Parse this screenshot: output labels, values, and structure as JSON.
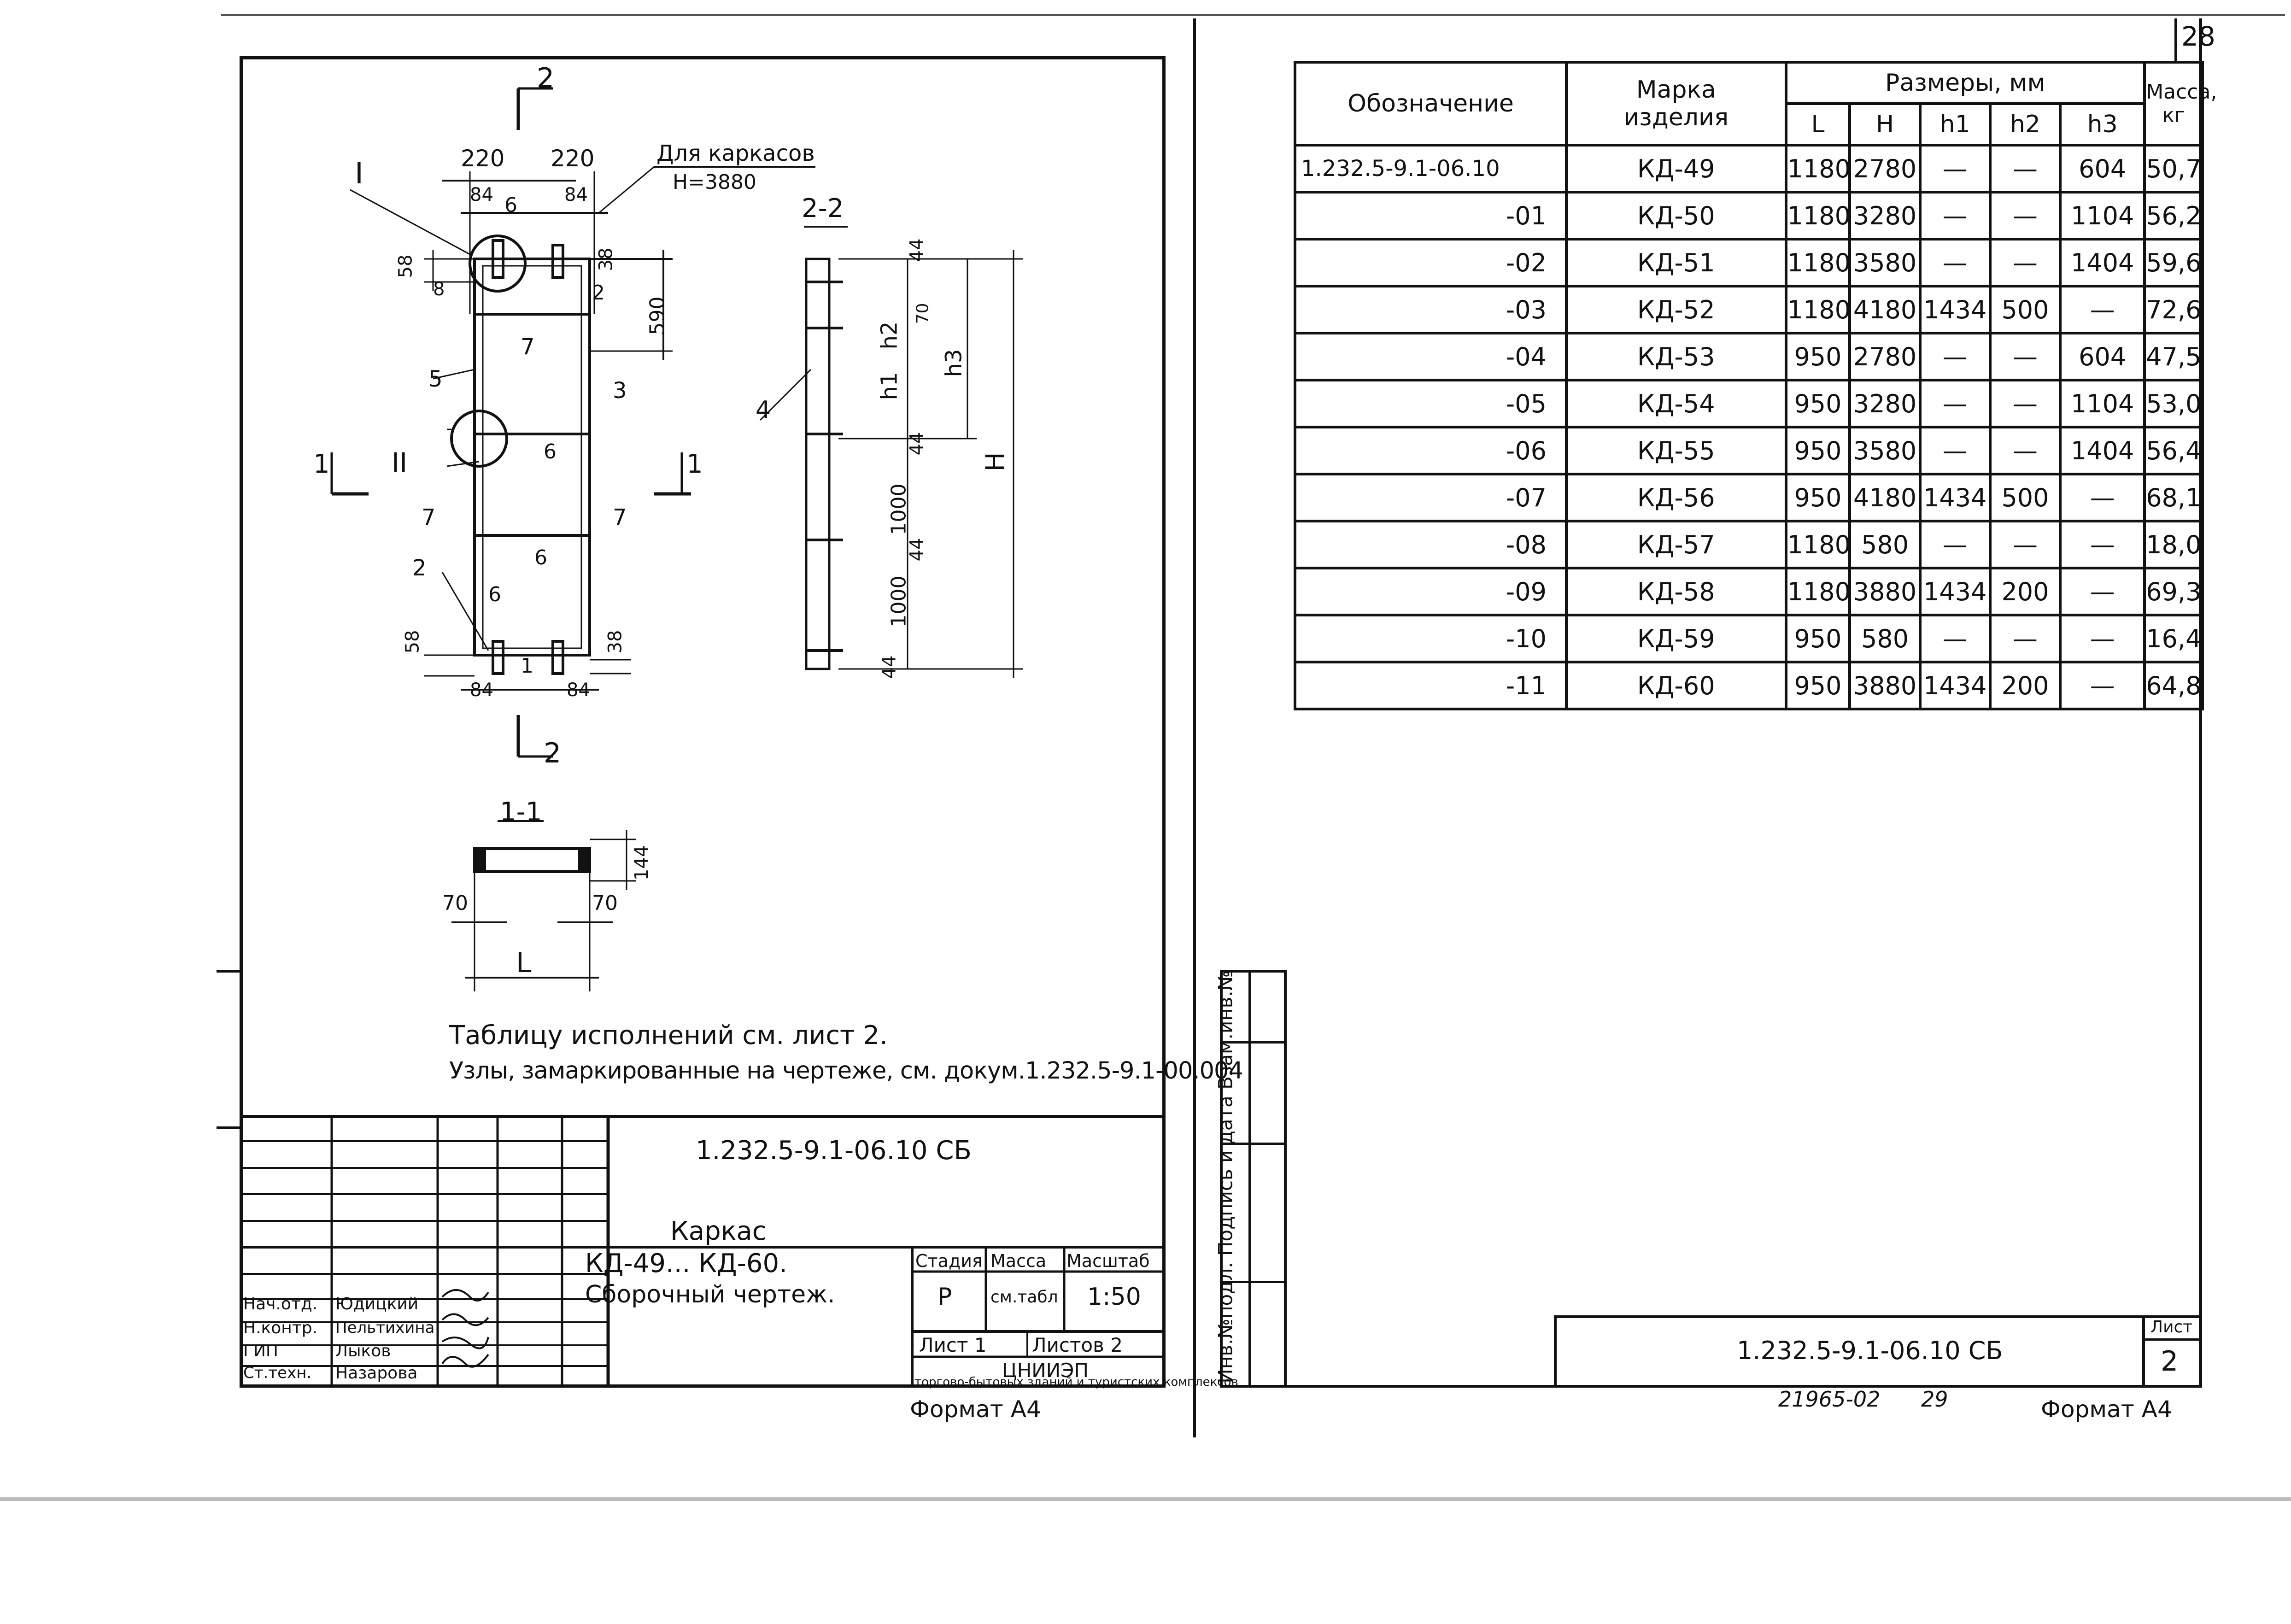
{
  "sheet_number": "28",
  "left_sheet": {
    "drawing": {
      "section_2_top": "2",
      "section_2_bottom": "2",
      "dim_220_left": "220",
      "dim_220_right": "220",
      "dim_84_top_left": "84",
      "dim_84_top_right": "84",
      "dim_84_bottom_left": "84",
      "dim_84_bottom_right": "84",
      "dim_58_top": "58",
      "dim_58_bottom": "58",
      "dim_38_top": "38",
      "dim_38_bottom": "38",
      "dim_590": "590",
      "note_frames": "Для каркасов",
      "note_h": "Н=3880",
      "node_1": "I",
      "node_2": "II",
      "section_22_label": "2-2",
      "section_11_label": "1-1",
      "cut_1_left": "1",
      "cut_1_right": "1",
      "pos_1": "1",
      "pos_2_a": "2",
      "pos_2_b": "2",
      "pos_3": "3",
      "pos_4": "4",
      "pos_5": "5",
      "pos_6_a": "6",
      "pos_6_b": "6",
      "pos_6_c": "6",
      "pos_6_d": "6",
      "pos_7_a": "7",
      "pos_7_b": "7",
      "pos_7_c": "7",
      "pos_8": "8",
      "dim_44_a": "44",
      "dim_44_b": "44",
      "dim_44_c": "44",
      "dim_44_d": "44",
      "dim_70_a": "70",
      "dim_70_l": "70",
      "dim_70_r": "70",
      "dim_h2": "h2",
      "dim_h1": "h1",
      "dim_h3": "h3",
      "dim_H": "H",
      "dim_1000_a": "1000",
      "dim_1000_b": "1000",
      "dim_L": "L",
      "dim_144": "144"
    },
    "note_line_1": "Таблицу исполнений см. лист 2.",
    "note_line_2": "Узлы, замаркированные на чертеже, см. докум.1.232.5-9.1-00.004",
    "doc_code": "1.232.5-9.1-06.10 СБ",
    "title_1": "Каркас",
    "title_2": "КД-49... КД-60.",
    "title_3": "Сборочный чертеж.",
    "stage_header": "Стадия",
    "mass_header": "Масса",
    "scale_header": "Масштаб",
    "stage": "Р",
    "mass": "см.табл",
    "scale": "1:50",
    "sheet": "Лист 1",
    "sheets": "Листов 2",
    "org_1": "ЦНИИЭП",
    "org_2": "торгово-бытовых зданий",
    "org_3": "и туристских комплексов",
    "signers": [
      {
        "role": "Нач.отд.",
        "name": "Юдицкий"
      },
      {
        "role": "Н.контр.",
        "name": "Пельтихина"
      },
      {
        "role": "ГИП",
        "name": "Лыков"
      },
      {
        "role": "Ст.техн.",
        "name": "Назарова"
      }
    ],
    "format": "Формат А4"
  },
  "right_sheet": {
    "table": {
      "col_designation": "Обозначение",
      "col_mark_1": "Марка",
      "col_mark_2": "изделия",
      "col_dims": "Размеры, мм",
      "col_L": "L",
      "col_H": "Н",
      "col_h1": "h1",
      "col_h2": "h2",
      "col_h3": "h3",
      "col_mass_1": "Масса,",
      "col_mass_2": "кг",
      "rows": [
        {
          "designation": "1.232.5-9.1-06.10",
          "mark": "КД-49",
          "L": "1180",
          "H": "2780",
          "h1": "—",
          "h2": "—",
          "h3": "604",
          "mass": "50,7"
        },
        {
          "designation": "-01",
          "mark": "КД-50",
          "L": "1180",
          "H": "3280",
          "h1": "—",
          "h2": "—",
          "h3": "1104",
          "mass": "56,2"
        },
        {
          "designation": "-02",
          "mark": "КД-51",
          "L": "1180",
          "H": "3580",
          "h1": "—",
          "h2": "—",
          "h3": "1404",
          "mass": "59,6"
        },
        {
          "designation": "-03",
          "mark": "КД-52",
          "L": "1180",
          "H": "4180",
          "h1": "1434",
          "h2": "500",
          "h3": "—",
          "mass": "72,6"
        },
        {
          "designation": "-04",
          "mark": "КД-53",
          "L": "950",
          "H": "2780",
          "h1": "—",
          "h2": "—",
          "h3": "604",
          "mass": "47,5"
        },
        {
          "designation": "-05",
          "mark": "КД-54",
          "L": "950",
          "H": "3280",
          "h1": "—",
          "h2": "—",
          "h3": "1104",
          "mass": "53,0"
        },
        {
          "designation": "-06",
          "mark": "КД-55",
          "L": "950",
          "H": "3580",
          "h1": "—",
          "h2": "—",
          "h3": "1404",
          "mass": "56,4"
        },
        {
          "designation": "-07",
          "mark": "КД-56",
          "L": "950",
          "H": "4180",
          "h1": "1434",
          "h2": "500",
          "h3": "—",
          "mass": "68,1"
        },
        {
          "designation": "-08",
          "mark": "КД-57",
          "L": "1180",
          "H": "580",
          "h1": "—",
          "h2": "—",
          "h3": "—",
          "mass": "18,0"
        },
        {
          "designation": "-09",
          "mark": "КД-58",
          "L": "1180",
          "H": "3880",
          "h1": "1434",
          "h2": "200",
          "h3": "—",
          "mass": "69,3"
        },
        {
          "designation": "-10",
          "mark": "КД-59",
          "L": "950",
          "H": "580",
          "h1": "—",
          "h2": "—",
          "h3": "—",
          "mass": "16,4"
        },
        {
          "designation": "-11",
          "mark": "КД-60",
          "L": "950",
          "H": "3880",
          "h1": "1434",
          "h2": "200",
          "h3": "—",
          "mass": "64,8"
        }
      ]
    },
    "side_stamp": "Инв.№подл. Подпись и дата Взам.инв.№",
    "doc_code": "1.232.5-9.1-06.10 СБ",
    "sheet_label": "Лист",
    "sheet_no": "2",
    "archive_no": "21965-02",
    "archive_page": "29",
    "format": "Формат А4"
  }
}
